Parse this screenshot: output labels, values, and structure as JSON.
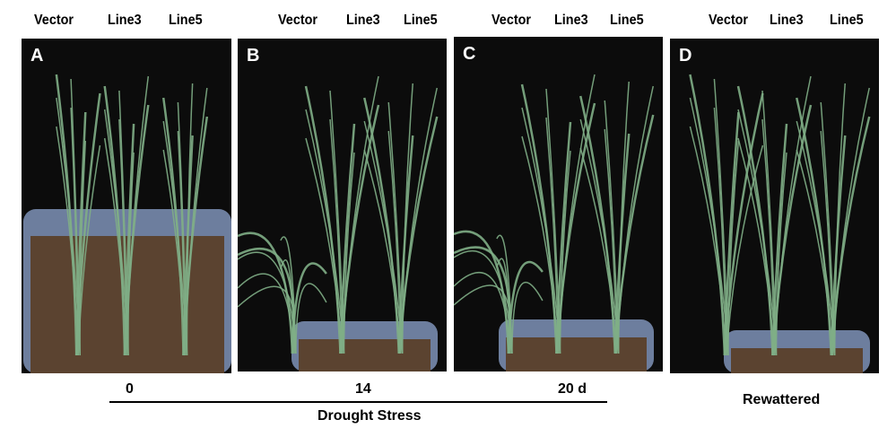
{
  "column_headers": [
    "Vector",
    "Line3",
    "Line5"
  ],
  "panels": [
    {
      "label": "A",
      "time": "0"
    },
    {
      "label": "B",
      "time": "14"
    },
    {
      "label": "C",
      "time": "20 d"
    },
    {
      "label": "D",
      "time": "Rewattered"
    }
  ],
  "treatment_label": "Drought Stress",
  "colors": {
    "background": "#0c0c0c",
    "leaf": "#7fae86",
    "soil": "#5b4330",
    "tub": "#7f93b8"
  }
}
